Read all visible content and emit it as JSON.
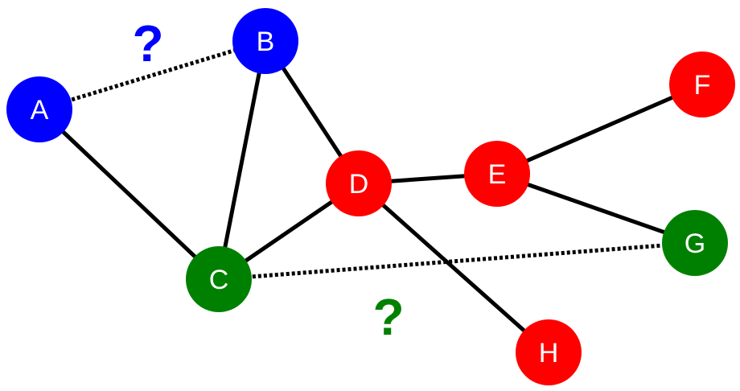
{
  "colors": {
    "blue": "#0000ff",
    "green": "#008000",
    "red": "#ff0000",
    "edge": "#000000",
    "label": "#ffffff"
  },
  "nodes": [
    {
      "id": "A",
      "label": "A",
      "color": "blue"
    },
    {
      "id": "B",
      "label": "B",
      "color": "blue"
    },
    {
      "id": "C",
      "label": "C",
      "color": "green"
    },
    {
      "id": "D",
      "label": "D",
      "color": "red"
    },
    {
      "id": "E",
      "label": "E",
      "color": "red"
    },
    {
      "id": "F",
      "label": "F",
      "color": "red"
    },
    {
      "id": "G",
      "label": "G",
      "color": "green"
    },
    {
      "id": "H",
      "label": "H",
      "color": "red"
    }
  ],
  "edges": [
    {
      "from": "A",
      "to": "B",
      "style": "dotted"
    },
    {
      "from": "A",
      "to": "C",
      "style": "solid"
    },
    {
      "from": "B",
      "to": "C",
      "style": "solid"
    },
    {
      "from": "B",
      "to": "D",
      "style": "solid"
    },
    {
      "from": "C",
      "to": "D",
      "style": "solid"
    },
    {
      "from": "D",
      "to": "E",
      "style": "solid"
    },
    {
      "from": "D",
      "to": "H",
      "style": "solid"
    },
    {
      "from": "E",
      "to": "F",
      "style": "solid"
    },
    {
      "from": "E",
      "to": "G",
      "style": "solid"
    },
    {
      "from": "C",
      "to": "G",
      "style": "dotted"
    }
  ],
  "annotations": [
    {
      "text": "?",
      "edge": "A-B",
      "color": "blue"
    },
    {
      "text": "?",
      "edge": "C-G",
      "color": "green"
    }
  ]
}
